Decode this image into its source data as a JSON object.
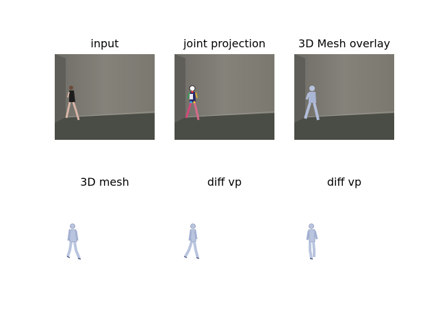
{
  "panels": [
    {
      "title": "input"
    },
    {
      "title": "joint projection"
    },
    {
      "title": "3D Mesh overlay"
    },
    {
      "title": "3D mesh"
    },
    {
      "title": "diff vp"
    },
    {
      "title": "diff vp"
    }
  ],
  "colors": {
    "wall": "#7d7b74",
    "floor": "#4b4e47",
    "mesh": "#b9c4de",
    "mesh_shade": "#7c8cb3"
  }
}
